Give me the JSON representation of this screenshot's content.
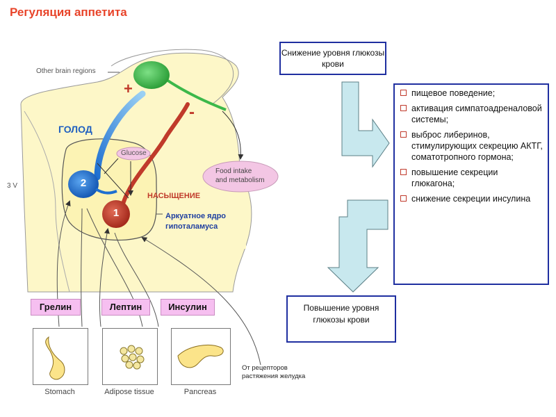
{
  "title": "Регуляция аппетита",
  "brain": {
    "other_brain_regions": "Other brain regions",
    "label_3v": "3 V",
    "glucose": "Glucose",
    "food_intake": "Food intake\nand metabolism",
    "plus": "+",
    "minus": "-",
    "hunger": "ГОЛОД",
    "satiety": "НАСЫЩЕНИЕ",
    "neuron_1": "1",
    "neuron_2": "2",
    "arcuate": "Аркуатное ядро гипоталамуса"
  },
  "hormones": [
    "Грелин",
    "Лептин",
    "Инсулин"
  ],
  "organs": [
    {
      "label": "Stomach"
    },
    {
      "label": "Adipose tissue"
    },
    {
      "label": "Pancreas"
    }
  ],
  "stretch_receptors": "От рецепторов растяжения желудка",
  "glucose_decrease": "Снижение уровня глюкозы крови",
  "glucose_increase": "Повышение уровня глюкозы крови",
  "effects": [
    "пищевое поведение;",
    "активация симпатоадреналовой системы;",
    "выброс либеринов, стимулирующих секрецию АКТГ, соматотропного гормона;",
    "повышение секреции глюкагона;",
    "снижение секреции инсулина"
  ],
  "colors": {
    "title": "#e8442a",
    "brain_fill": "#fdf7c8",
    "arcuate_fill": "#fcf3b4",
    "neuron_green": "#3cb84a",
    "neuron_blue": "#1e6fd0",
    "neuron_red": "#c03a2a",
    "arrow_fill": "#c8e8ee",
    "box_border": "#1f2fa0",
    "hormone_fill": "#f6bff0",
    "food_ellipse": "#f3c6e4"
  }
}
